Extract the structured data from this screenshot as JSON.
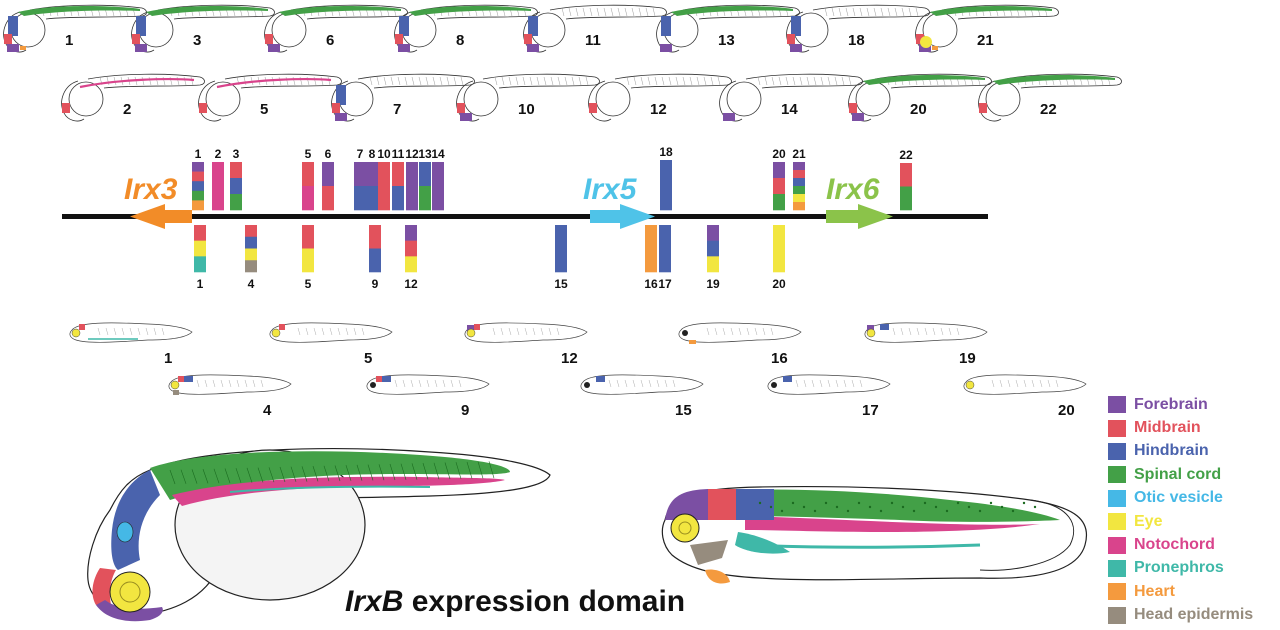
{
  "colors": {
    "Forebrain": "#7b4fa3",
    "Midbrain": "#e2525c",
    "Hindbrain": "#4a63ad",
    "Spinal cord": "#43a047",
    "Otic vesicle": "#45b8e6",
    "Eye": "#f2e640",
    "Notochord": "#d9448c",
    "Pronephros": "#3fb8a8",
    "Heart": "#f49a3e",
    "Head epidermis": "#968c7e"
  },
  "genes": [
    {
      "name": "Irx3",
      "color": "#f28c28"
    },
    {
      "name": "Irx5",
      "color": "#4fc3e8"
    },
    {
      "name": "Irx6",
      "color": "#8bc34a"
    }
  ],
  "zebrafish_labels": [
    "1",
    "3",
    "6",
    "8",
    "11",
    "13",
    "18",
    "21",
    "2",
    "5",
    "7",
    "10",
    "12",
    "14",
    "20",
    "22"
  ],
  "upper_tracks": [
    {
      "label": "1",
      "domains": [
        "Forebrain",
        "Midbrain",
        "Hindbrain",
        "Spinal cord",
        "Heart"
      ]
    },
    {
      "label": "2",
      "domains": [
        "Notochord"
      ]
    },
    {
      "label": "3",
      "domains": [
        "Midbrain",
        "Hindbrain",
        "Spinal cord"
      ]
    },
    {
      "label": "5",
      "domains": [
        "Midbrain",
        "Notochord"
      ]
    },
    {
      "label": "6",
      "domains": [
        "Forebrain",
        "Midbrain"
      ]
    },
    {
      "label": "7",
      "domains": [
        "Forebrain",
        "Hindbrain"
      ]
    },
    {
      "label": "8",
      "domains": [
        "Forebrain",
        "Hindbrain"
      ]
    },
    {
      "label": "10",
      "domains": [
        "Midbrain"
      ]
    },
    {
      "label": "11",
      "domains": [
        "Midbrain",
        "Hindbrain"
      ]
    },
    {
      "label": "12",
      "domains": [
        "Forebrain"
      ]
    },
    {
      "label": "13",
      "domains": [
        "Hindbrain",
        "Spinal cord"
      ]
    },
    {
      "label": "14",
      "domains": [
        "Forebrain"
      ]
    },
    {
      "label": "18",
      "domains": [
        "Hindbrain"
      ]
    },
    {
      "label": "20",
      "domains": [
        "Forebrain",
        "Midbrain",
        "Spinal cord"
      ]
    },
    {
      "label": "21",
      "domains": [
        "Forebrain",
        "Midbrain",
        "Hindbrain",
        "Spinal cord",
        "Eye",
        "Heart"
      ]
    },
    {
      "label": "22",
      "domains": [
        "Midbrain",
        "Spinal cord"
      ]
    }
  ],
  "lower_tracks": [
    {
      "label": "1",
      "domains": [
        "Midbrain",
        "Eye",
        "Pronephros"
      ]
    },
    {
      "label": "4",
      "domains": [
        "Midbrain",
        "Hindbrain",
        "Eye",
        "Head epidermis"
      ]
    },
    {
      "label": "5",
      "domains": [
        "Midbrain",
        "Eye"
      ]
    },
    {
      "label": "9",
      "domains": [
        "Midbrain",
        "Hindbrain"
      ]
    },
    {
      "label": "12",
      "domains": [
        "Forebrain",
        "Midbrain",
        "Eye"
      ]
    },
    {
      "label": "15",
      "domains": [
        "Hindbrain"
      ]
    },
    {
      "label": "16",
      "domains": [
        "Heart"
      ]
    },
    {
      "label": "17",
      "domains": [
        "Hindbrain"
      ]
    },
    {
      "label": "19",
      "domains": [
        "Forebrain",
        "Hindbrain",
        "Eye"
      ]
    },
    {
      "label": "20",
      "domains": [
        "Eye"
      ]
    }
  ],
  "tadpole_labels": [
    "1",
    "5",
    "12",
    "16",
    "19",
    "4",
    "9",
    "15",
    "17",
    "20"
  ],
  "legend": [
    {
      "label": "Forebrain",
      "color": "#7b4fa3"
    },
    {
      "label": "Midbrain",
      "color": "#e2525c"
    },
    {
      "label": "Hindbrain",
      "color": "#4a63ad"
    },
    {
      "label": "Spinal cord",
      "color": "#43a047"
    },
    {
      "label": "Otic vesicle",
      "color": "#45b8e6"
    },
    {
      "label": "Eye",
      "color": "#f2e640"
    },
    {
      "label": "Notochord",
      "color": "#d9448c"
    },
    {
      "label": "Pronephros",
      "color": "#3fb8a8"
    },
    {
      "label": "Heart",
      "color": "#f49a3e"
    },
    {
      "label": "Head epidermis",
      "color": "#968c7e"
    }
  ],
  "caption": {
    "gene": "IrxB",
    "rest": " expression domain"
  }
}
